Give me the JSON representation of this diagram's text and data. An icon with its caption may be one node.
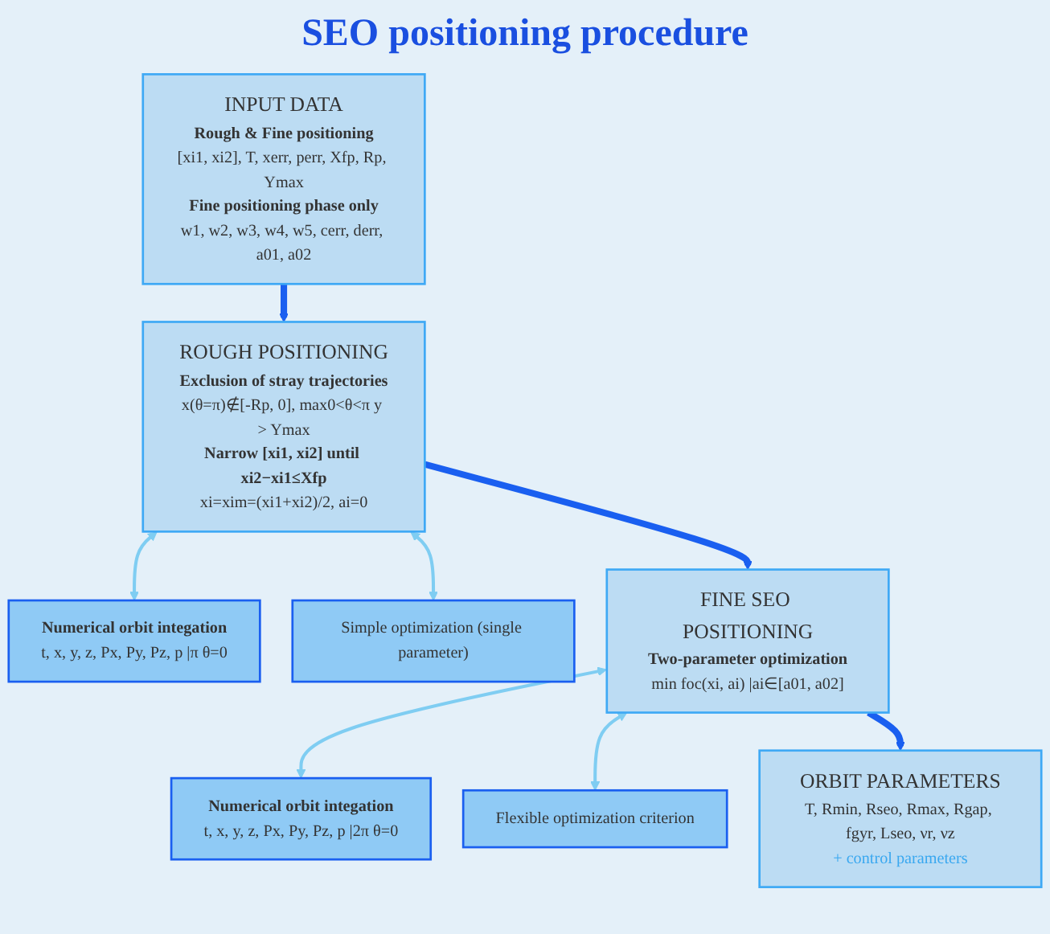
{
  "diagram": {
    "title": "SEO positioning procedure",
    "nodes": [
      {
        "text": [
          "INPUT DATA",
          "Rough & Fine positioning",
          "[xi1, xi2], T, xerr, perr, Xfp, Rp, Ymax",
          "Fine positioning phase only",
          "w1, w2, w3, w4, w5, cerr, derr, a01, a02"
        ]
      },
      {
        "text": [
          "ROUGH POSITIONING",
          "Exclusion of stray trajectories",
          "x(θ=π)∉[-Rp, 0], max0<θ<π y > Ymax",
          "Narrow [xi1, xi2] until xi2−xi1≤Xfp",
          "xi=xim=(xi1+xi2)/2, ai=0"
        ]
      },
      {
        "text": [
          "Numerical orbit integation",
          "t, x, y, z, Px, Py, Pz, p |π θ=0"
        ]
      },
      {
        "text": [
          "Simple optimization (single parameter)"
        ]
      },
      {
        "text": [
          "FINE SEO POSITIONING",
          "Two-parameter optimization",
          "min foc(xi, ai) |ai∈[a01, a02]"
        ]
      },
      {
        "text": [
          "Numerical orbit integation",
          "t, x, y, z, Px, Py, Pz, p |2π θ=0"
        ]
      },
      {
        "text": [
          "Flexible optimization criterion"
        ]
      },
      {
        "text": [
          "ORBIT PARAMETERS",
          "T, Rmin, Rseo, Rmax, Rgap, fgyr, Lseo, νr, νz",
          "+ control parameters"
        ]
      }
    ],
    "edges": [
      {
        "from": 0,
        "to": 1,
        "arrow": "to",
        "style": "thick",
        "color": "#1a5ff0"
      },
      {
        "from": 1,
        "to": 2,
        "arrow": "both"
      },
      {
        "from": 1,
        "to": 3,
        "arrow": "both"
      },
      {
        "from": 1,
        "to": 4,
        "arrow": "to",
        "style": "thick",
        "color": "#1a5ff0"
      },
      {
        "from": 4,
        "to": 5,
        "arrow": "both"
      },
      {
        "from": 4,
        "to": 6,
        "arrow": "both"
      },
      {
        "from": 4,
        "to": 7,
        "arrow": "to",
        "style": "thick",
        "color": "#1a5ff0"
      }
    ]
  }
}
